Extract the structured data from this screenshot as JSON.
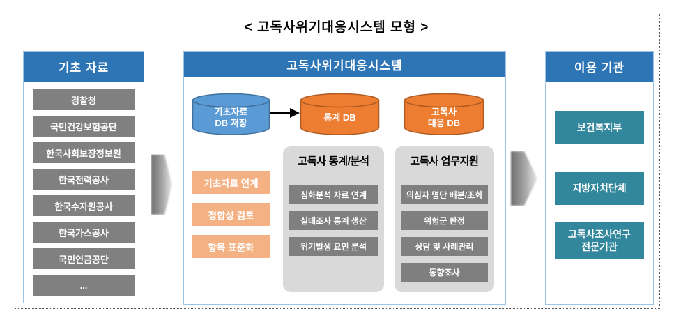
{
  "frame": {
    "title": "< 고독사위기대응시스템 모형 >"
  },
  "colors": {
    "header_blue": "#2E75B6",
    "panel_border_blue": "#9DC3E6",
    "gray_item": "#808080",
    "dark_gray_item": "#7F7F7F",
    "panel_gray": "#D9D9D9",
    "cylinder_blue": "#5B9BD5",
    "cylinder_orange": "#ED7D31",
    "light_orange": "#F4B183",
    "teal": "#33879C"
  },
  "source_panel": {
    "header": "기초 자료",
    "items": [
      "경찰청",
      "국민건강보험공단",
      "한국사회보장정보원",
      "한국전력공사",
      "한국수자원공사",
      "한국가스공사",
      "국민연금공단",
      "..."
    ]
  },
  "system_panel": {
    "header": "고독사위기대응시스템",
    "cylinders": [
      {
        "label": "기초자료\nDB 저장",
        "color": "blue"
      },
      {
        "label": "통계 DB",
        "color": "orange"
      },
      {
        "label": "고독사\n대응 DB",
        "color": "orange"
      }
    ],
    "process_boxes": [
      "기초자료 연계",
      "정합성 검토",
      "항목 표준화"
    ],
    "groups": [
      {
        "title": "고독사 통계/분석",
        "items": [
          "심화분석 자료 연계",
          "실태조사 통계 생산",
          "위기발생 요인 분석"
        ]
      },
      {
        "title": "고독사 업무지원",
        "items": [
          "의심자 명단 배분/조회",
          "위험군 판정",
          "상담 및 사례관리",
          "동향조사"
        ]
      }
    ]
  },
  "user_panel": {
    "header": "이용 기관",
    "items": [
      "보건복지부",
      "지방자치단체",
      "고독사조사연구\n전문기관"
    ]
  }
}
